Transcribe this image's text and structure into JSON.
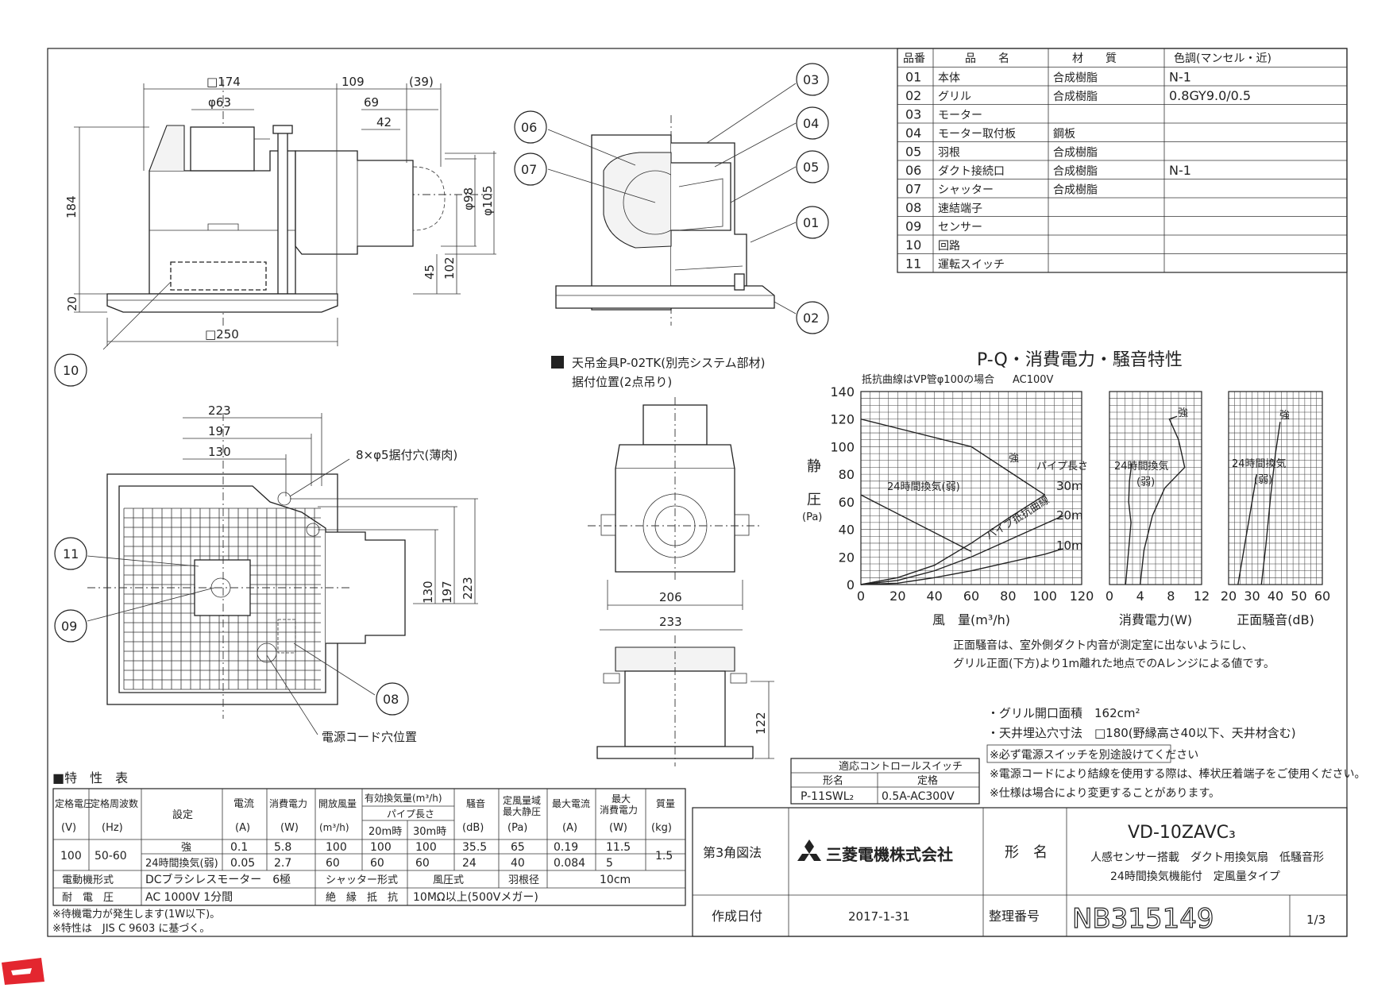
{
  "parts_table": {
    "headers": [
      "品番",
      "品　　名",
      "材　　質",
      "色調(マンセル・近)"
    ],
    "rows": [
      [
        "01",
        "本体",
        "合成樹脂",
        "N-1"
      ],
      [
        "02",
        "グリル",
        "合成樹脂",
        "0.8GY9.0/0.5"
      ],
      [
        "03",
        "モーター",
        "",
        ""
      ],
      [
        "04",
        "モーター取付板",
        "鋼板",
        ""
      ],
      [
        "05",
        "羽根",
        "合成樹脂",
        ""
      ],
      [
        "06",
        "ダクト接続口",
        "合成樹脂",
        "N-1"
      ],
      [
        "07",
        "シャッター",
        "合成樹脂",
        ""
      ],
      [
        "08",
        "速結端子",
        "",
        ""
      ],
      [
        "09",
        "センサー",
        "",
        ""
      ],
      [
        "10",
        "回路",
        "",
        ""
      ],
      [
        "11",
        "運転スイッチ",
        "",
        ""
      ]
    ]
  },
  "top_view": {
    "dim_174": "□174",
    "dim_63": "φ63",
    "dim_109": "109",
    "dim_39": "(39)",
    "dim_69": "69",
    "dim_42": "42",
    "dim_184": "184",
    "dim_98": "φ98",
    "dim_105": "φ105",
    "dim_45": "45",
    "dim_102": "102",
    "dim_20": "20",
    "dim_250": "□250",
    "callout_10": "10"
  },
  "side_view": {
    "callouts": [
      "03",
      "04",
      "05",
      "01",
      "02",
      "06",
      "07"
    ]
  },
  "plan_view": {
    "dim_223": "223",
    "dim_197": "197",
    "dim_130": "130",
    "hole_note": "8×φ5据付穴(薄肉)",
    "dim_130v": "130",
    "dim_197v": "197",
    "dim_223v": "223",
    "callout_11": "11",
    "callout_09": "09",
    "callout_08": "08",
    "cord_note": "電源コード穴位置"
  },
  "hanger": {
    "title": "天吊金具P-02TK(別売システム部材)",
    "subtitle": "据付位置(2点吊り)",
    "dim_206": "206",
    "dim_233": "233",
    "dim_122": "122"
  },
  "chart_title": "P-Q・消費電力・騒音特性",
  "chart_note_resist": "抵抗曲線はVP管φ100の場合",
  "chart_note_ac": "AC100V",
  "chart_data": [
    {
      "type": "line",
      "title": "",
      "xlabel": "風　量(m³/h)",
      "ylabel": "静圧(Pa)",
      "xlim": [
        0,
        120
      ],
      "ylim": [
        0,
        140
      ],
      "x_ticks": [
        0,
        20,
        40,
        60,
        80,
        100,
        120
      ],
      "y_ticks": [
        0,
        20,
        40,
        60,
        80,
        100,
        120,
        140
      ],
      "grid": true,
      "series": [
        {
          "name": "強",
          "points": [
            [
              0,
              120
            ],
            [
              60,
              100
            ],
            [
              100,
              65
            ]
          ]
        },
        {
          "name": "24時間換気(弱)",
          "points": [
            [
              0,
              65
            ],
            [
              60,
              24
            ]
          ]
        },
        {
          "name": "30m",
          "points": [
            [
              0,
              0
            ],
            [
              20,
              5
            ],
            [
              40,
              14
            ],
            [
              60,
              30
            ],
            [
              80,
              48
            ],
            [
              100,
              65
            ]
          ]
        },
        {
          "name": "20m",
          "points": [
            [
              0,
              0
            ],
            [
              20,
              3
            ],
            [
              40,
              10
            ],
            [
              60,
              20
            ],
            [
              80,
              32
            ],
            [
              100,
              44
            ],
            [
              110,
              50
            ]
          ]
        },
        {
          "name": "10m",
          "points": [
            [
              0,
              0
            ],
            [
              20,
              1
            ],
            [
              40,
              5
            ],
            [
              60,
              10
            ],
            [
              80,
              16
            ],
            [
              100,
              22
            ],
            [
              110,
              26
            ]
          ]
        }
      ],
      "annotations": [
        "強",
        "パイプ長さ",
        "24時間換気(弱)",
        "パイプ抵抗曲線",
        "30m",
        "20m",
        "10m"
      ]
    },
    {
      "type": "line",
      "title": "",
      "xlabel": "消費電力(W)",
      "xlim": [
        0,
        12
      ],
      "ylim": [
        0,
        140
      ],
      "x_ticks": [
        0,
        4,
        8,
        12
      ],
      "grid": true,
      "series": [
        {
          "name": "強",
          "points": [
            [
              4,
              0
            ],
            [
              4.5,
              25
            ],
            [
              5.6,
              50
            ],
            [
              7.2,
              70
            ],
            [
              9.8,
              85
            ],
            [
              9.0,
              105
            ],
            [
              7.8,
              120
            ],
            [
              8.8,
              122
            ]
          ]
        },
        {
          "name": "24時間換気(弱)",
          "points": [
            [
              2.1,
              0
            ],
            [
              2.5,
              25
            ],
            [
              2.8,
              45
            ],
            [
              2.5,
              60
            ],
            [
              2.6,
              75
            ],
            [
              2.9,
              88
            ]
          ]
        }
      ],
      "annotations": [
        "強",
        "24時間換気",
        "(弱)"
      ]
    },
    {
      "type": "line",
      "title": "",
      "xlabel": "正面騒音(dB)",
      "xlim": [
        20,
        60
      ],
      "ylim": [
        0,
        140
      ],
      "x_ticks": [
        20,
        30,
        40,
        50,
        60
      ],
      "grid": true,
      "series": [
        {
          "name": "強",
          "points": [
            [
              34,
              0
            ],
            [
              36,
              30
            ],
            [
              38,
              65
            ],
            [
              40,
              95
            ],
            [
              42,
              118
            ]
          ]
        },
        {
          "name": "24時間換気(弱)",
          "points": [
            [
              24,
              0
            ],
            [
              27,
              30
            ],
            [
              30,
              60
            ],
            [
              32,
              80
            ]
          ]
        }
      ],
      "annotations": [
        "強",
        "24時間換気",
        "(弱)"
      ]
    }
  ],
  "noise_note_1": "正面騒音は、室外側ダクト内音が測定室に出ないようにし、",
  "noise_note_2": "グリル正面(下方)より1m離れた地点でのAレンジによる値です。",
  "specs": {
    "grille_area": "・グリル開口面積　162cm²",
    "ceiling_hole": "・天井埋込穴寸法　□180(野縁高さ40以下、天井材含む)",
    "notes": [
      "※必ず電源スイッチを別途設けてください",
      "※電源コードにより結線を使用する際は、棒状圧着端子をご使用ください。",
      "※仕様は場合により変更することがあります。"
    ]
  },
  "switch_table": {
    "title": "適応コントロールスイッチ",
    "headers": [
      "形名",
      "定格"
    ],
    "row": [
      "P-11SWL₂",
      "0.5A-AC300V"
    ]
  },
  "characteristics": {
    "title": "■特　性　表",
    "h_voltage": "定格電圧",
    "h_voltage_unit": "(V)",
    "h_freq": "定格周波数",
    "h_freq_unit": "(Hz)",
    "h_setting": "設定",
    "h_current": "電流",
    "h_current_unit": "(A)",
    "h_power": "消費電力",
    "h_power_unit": "(W)",
    "h_open_flow": "開放風量",
    "h_open_flow_unit": "(m³/h)",
    "h_eff_flow": "有効換気量(m³/h)",
    "h_pipe_len": "パイプ長さ",
    "h_20m": "20m時",
    "h_30m": "30m時",
    "h_noise": "騒音",
    "h_noise_unit": "(dB)",
    "h_static1": "定風量域",
    "h_static2": "最大静圧",
    "h_static_unit": "(Pa)",
    "h_maxcur": "最大電流",
    "h_maxcur_unit": "(A)",
    "h_maxpow1": "最大",
    "h_maxpow2": "消費電力",
    "h_maxpow_unit": "(W)",
    "h_mass": "質量",
    "h_mass_unit": "(kg)",
    "voltage": "100",
    "freq": "50-60",
    "mass": "1.5",
    "rows": [
      [
        "強",
        "0.1",
        "5.8",
        "100",
        "100",
        "100",
        "35.5",
        "65",
        "0.19",
        "11.5"
      ],
      [
        "24時間換気(弱)",
        "0.05",
        "2.7",
        "60",
        "60",
        "60",
        "24",
        "40",
        "0.084",
        "5"
      ]
    ],
    "motor_label": "電動機形式",
    "motor_value": "DCブラシレスモーター　6極",
    "shutter_label": "シャッター形式",
    "shutter_value": "風圧式",
    "blade_label": "羽根径",
    "blade_value": "10cm",
    "withstand_label": "耐　電　圧",
    "withstand_value": "AC 1000V 1分間",
    "insulation_label": "絶　縁　抵　抗",
    "insulation_value": "10MΩ以上(500Vメガー)",
    "footnote_1": "※待機電力が発生します(1W以下)。",
    "footnote_2": "※特性は　JIS C 9603 に基づく。"
  },
  "title_block": {
    "projection": "第3角図法",
    "company": "三菱電機株式会社",
    "model_label": "形　名",
    "model": "VD-10ZAVC₃",
    "desc_1": "人感センサー搭載　ダクト用換気扇　低騒音形",
    "desc_2": "24時間換気機能付　定風量タイプ",
    "date_label": "作成日付",
    "date": "2017-1-31",
    "number_label": "整理番号",
    "number": "NB315149",
    "page": "1/3"
  },
  "colors": {
    "ink": "#222222",
    "logo_red": "#e3262f"
  }
}
